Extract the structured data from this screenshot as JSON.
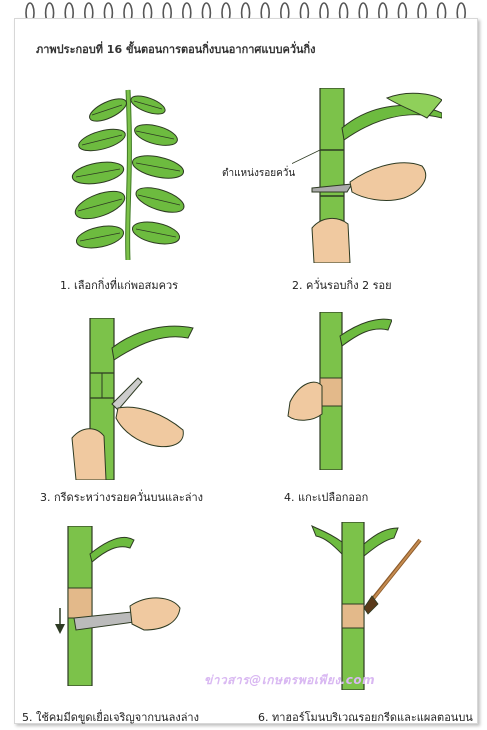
{
  "heading": "ภาพประกอบที่ 16 ขั้นตอนการตอนกิ่งบนอากาศแบบควั่นกิ่ง",
  "callout_label": "ตำแหน่งรอยควั่น",
  "steps": [
    {
      "caption": "1. เลือกกิ่งที่แก่พอสมควร"
    },
    {
      "caption": "2. ควั่นรอบกิ่ง 2 รอย"
    },
    {
      "caption": "3. กรีดระหว่างรอยควั่นบนและล่าง"
    },
    {
      "caption": "4. แกะเปลือกออก"
    },
    {
      "caption": "5. ใช้คมมีดขูดเยื่อเจริญจากบนลงล่าง"
    },
    {
      "caption": "6. ทาฮอร์โมนบริเวณรอยกรีดและแผลตอนบน"
    }
  ],
  "watermark": "ข่าวสาร@เกษตรพอเพียง.com",
  "colors": {
    "stem": "#7cc24a",
    "stem_dark": "#3f7a24",
    "leaf": "#6dbb3f",
    "bark": "#e3b98a",
    "skin": "#f0c9a0",
    "outline": "#2d3a22"
  }
}
